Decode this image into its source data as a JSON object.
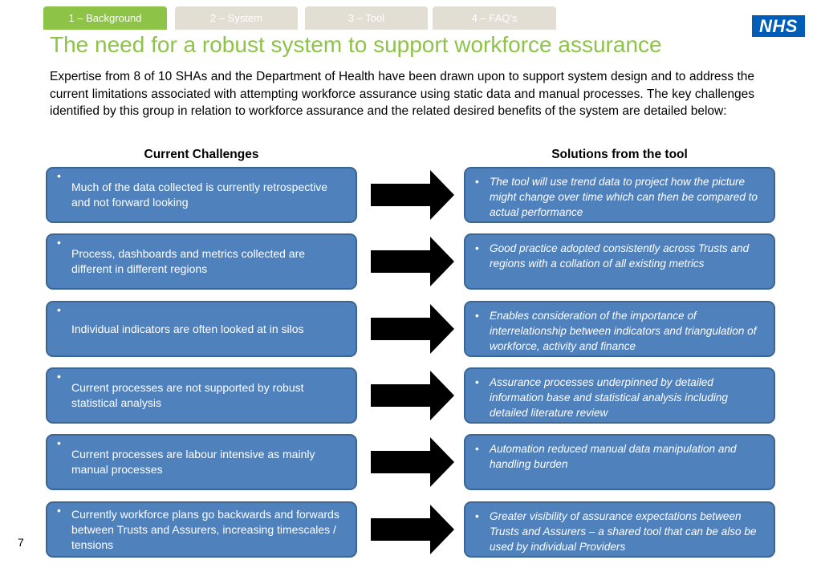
{
  "tabs": [
    {
      "label": "1 – Background",
      "active": true
    },
    {
      "label": "2 – System",
      "active": false
    },
    {
      "label": "3 – Tool",
      "active": false
    },
    {
      "label": "4 – FAQ's",
      "active": false
    }
  ],
  "logo": "NHS",
  "title": "The need for a robust system to support workforce assurance",
  "intro": "Expertise from 8 of 10 SHAs and the Department of Health have been drawn upon to support system design and to address the current limitations associated with attempting workforce assurance using static data and manual processes.   The key challenges identified by this group in relation to workforce assurance and the related desired benefits of the system are detailed below:",
  "columns": {
    "left_heading": "Current Challenges",
    "right_heading": "Solutions from the tool"
  },
  "bullet": "•",
  "rows": [
    {
      "challenge": "Much of the data collected is currently retrospective and not forward looking",
      "solution": "The tool will use trend data to project how the picture might change over time which can then be compared to actual performance"
    },
    {
      "challenge": "Process, dashboards and metrics collected are different in different regions",
      "solution": "Good practice adopted consistently across Trusts and regions with a collation of all existing metrics"
    },
    {
      "challenge": "Individual indicators are often looked at in silos",
      "solution": "Enables consideration of the importance of interrelationship between indicators and triangulation of workforce, activity and finance"
    },
    {
      "challenge": "Current processes are not supported by robust statistical analysis",
      "solution": "Assurance processes underpinned by detailed information base and statistical analysis including detailed literature review"
    },
    {
      "challenge": "Current processes are labour intensive as mainly manual processes",
      "solution": "Automation reduced manual data manipulation and handling burden"
    },
    {
      "challenge": "Currently workforce plans go backwards and forwards between Trusts and Assurers, increasing timescales / tensions",
      "solution": "Greater visibility of assurance expectations between Trusts and Assurers – a shared tool that can be also be used by individual Providers"
    }
  ],
  "page_number": "7",
  "colors": {
    "accent_green": "#8dc447",
    "box_blue": "#4f81bd",
    "nhs_blue": "#005eb8",
    "inactive_tab": "#e3ded3"
  }
}
